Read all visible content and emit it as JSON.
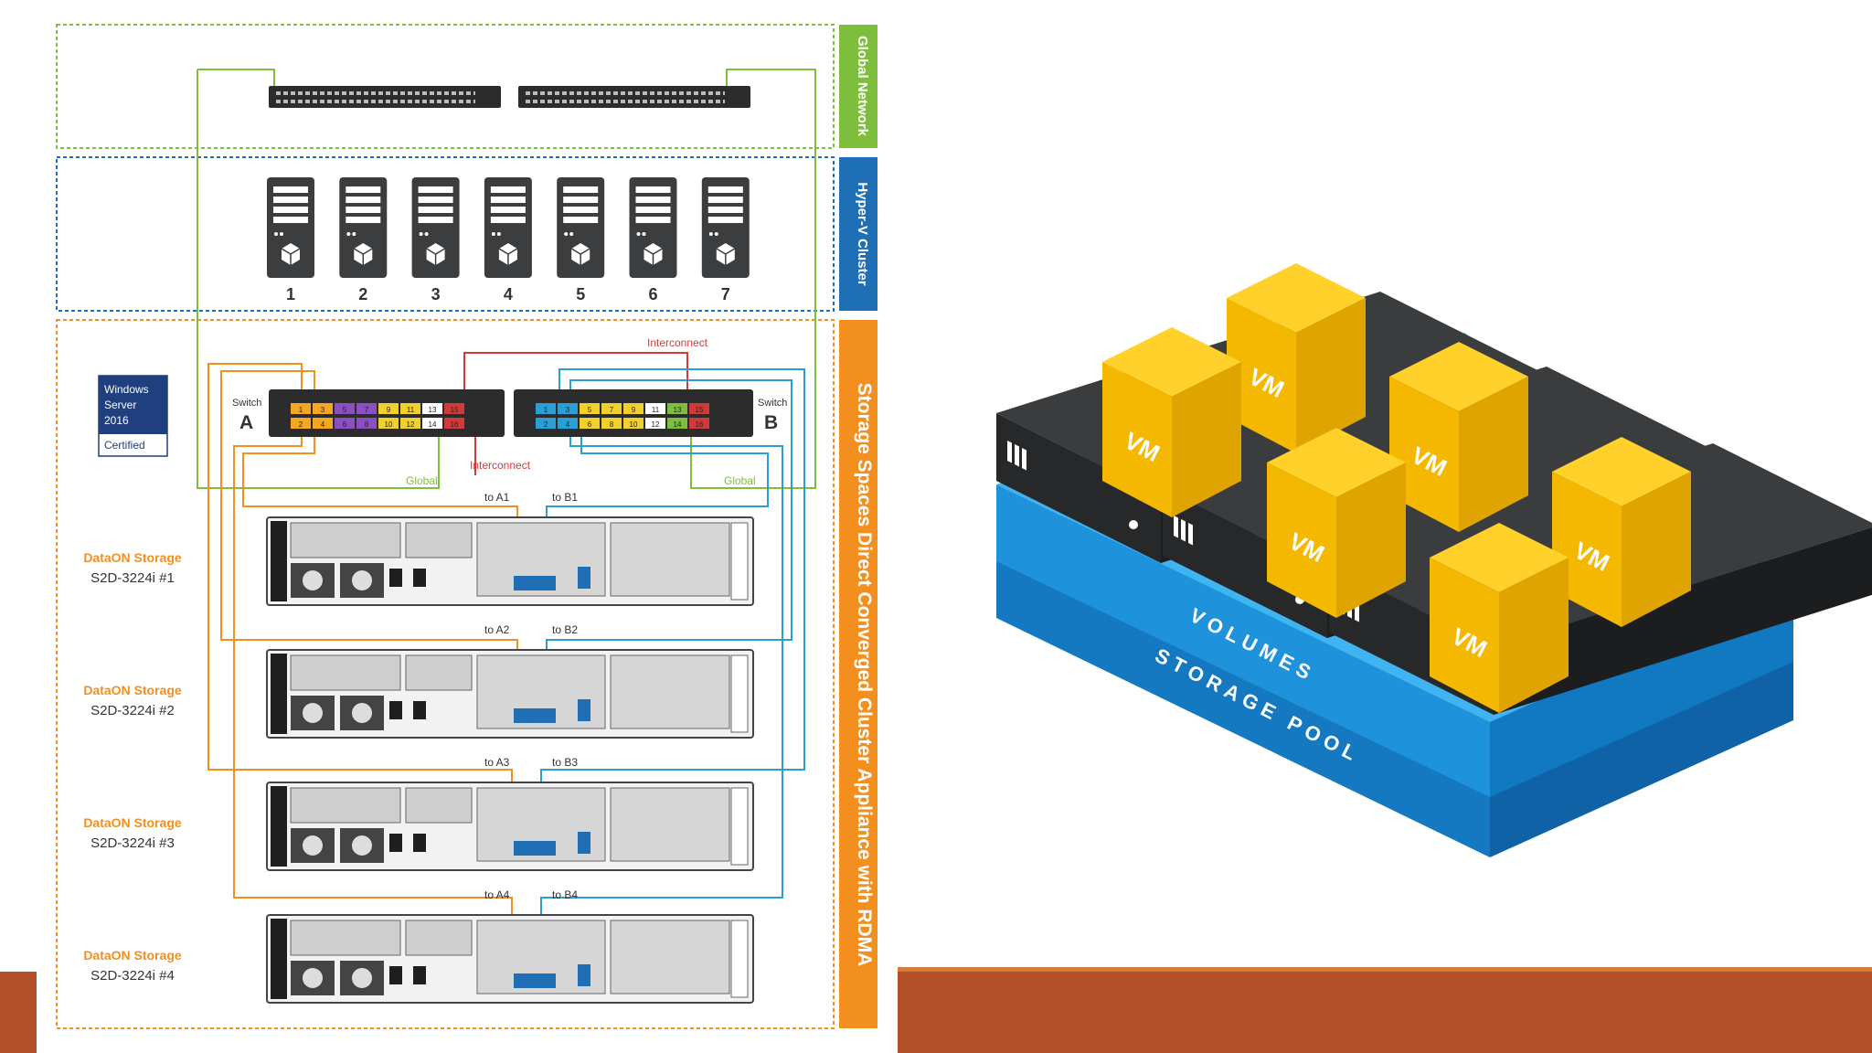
{
  "sections": {
    "global_network": "Global Network",
    "hyperv_cluster": "Hyper-V Cluster",
    "s2d": "Storage Spaces Direct Converged Cluster Appliance with RDMA"
  },
  "servers": [
    "1",
    "2",
    "3",
    "4",
    "5",
    "6",
    "7"
  ],
  "badge": {
    "line1": "Windows",
    "line2": "Server",
    "line3": "2016",
    "line4": "Certified"
  },
  "switches": {
    "a_caption": "Switch",
    "a_letter": "A",
    "b_caption": "Switch",
    "b_letter": "B",
    "ports_top": [
      "1",
      "3",
      "5",
      "7",
      "9",
      "11",
      "13",
      "15"
    ],
    "ports_bottom": [
      "2",
      "4",
      "6",
      "8",
      "10",
      "12",
      "14",
      "16"
    ]
  },
  "labels": {
    "interconnect_top": "Interconnect",
    "interconnect_bottom": "Interconnect",
    "global_left": "Global",
    "global_right": "Global"
  },
  "storage_nodes": [
    {
      "vendor": "DataON Storage",
      "model": "S2D-3224i #1",
      "to_a": "to A1",
      "to_b": "to B1"
    },
    {
      "vendor": "DataON Storage",
      "model": "S2D-3224i #2",
      "to_a": "to A2",
      "to_b": "to B2"
    },
    {
      "vendor": "DataON Storage",
      "model": "S2D-3224i #3",
      "to_a": "to A3",
      "to_b": "to B3"
    },
    {
      "vendor": "DataON Storage",
      "model": "S2D-3224i #4",
      "to_a": "to A4",
      "to_b": "to B4"
    }
  ],
  "isometric": {
    "vm_label": "VM",
    "volumes_label": "VOLUMES",
    "pool_label": "STORAGE POOL"
  },
  "colors": {
    "green": "#7dbe3c",
    "blue": "#1f6fb6",
    "orange": "#f28f1e",
    "accent": "#b3512a",
    "vm": "#f5b800",
    "pool_blue": "#1b8fd8",
    "server_dark": "#333536"
  }
}
